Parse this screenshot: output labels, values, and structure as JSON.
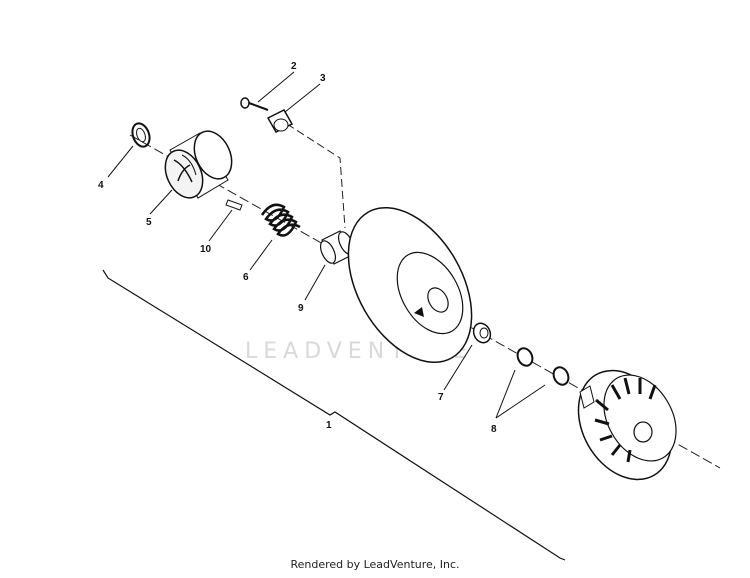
{
  "diagram": {
    "callouts": [
      "1",
      "2",
      "3",
      "4",
      "5",
      "6",
      "7",
      "8",
      "9",
      "10"
    ],
    "watermark": "LEADVENTURE",
    "footer": "Rendered by LeadVenture, Inc."
  }
}
